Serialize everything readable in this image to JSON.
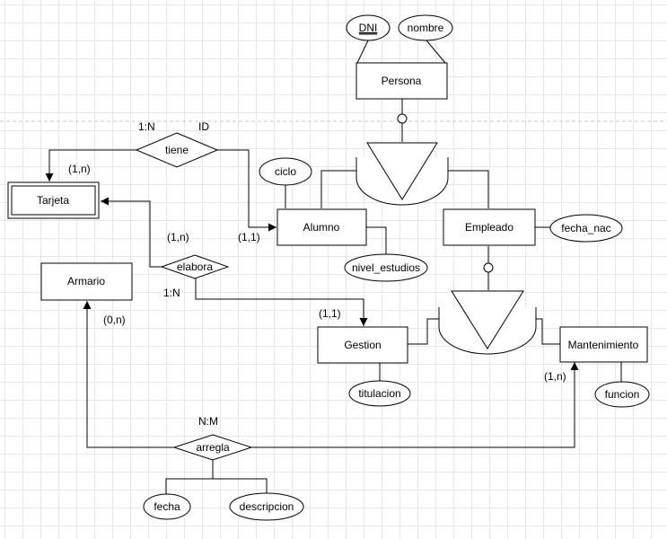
{
  "entities": {
    "persona": "Persona",
    "tarjeta": "Tarjeta",
    "alumno": "Alumno",
    "empleado": "Empleado",
    "armario": "Armario",
    "gestion": "Gestion",
    "mantenimiento": "Mantenimiento"
  },
  "attributes": {
    "dni": "DNI",
    "nombre": "nombre",
    "ciclo": "ciclo",
    "fecha_nac": "fecha_nac",
    "nivel_estudios": "nivel_estudios",
    "titulacion": "titulacion",
    "funcion": "funcion",
    "fecha": "fecha",
    "descripcion": "descripcion"
  },
  "relationships": {
    "tiene": "tiene",
    "elabora": "elabora",
    "arregla": "arregla"
  },
  "labels": {
    "tiene_card": "1:N",
    "tiene_id": "ID",
    "tarjeta_tiene": "(1,n)",
    "alumno_tiene": "(1,1)",
    "tarjeta_elabora": "(1,n)",
    "elabora_card": "1:N",
    "gestion_elabora": "(1,1)",
    "armario_arregla": "(0,n)",
    "arregla_card": "N:M",
    "mant_arregla": "(1,n)"
  }
}
